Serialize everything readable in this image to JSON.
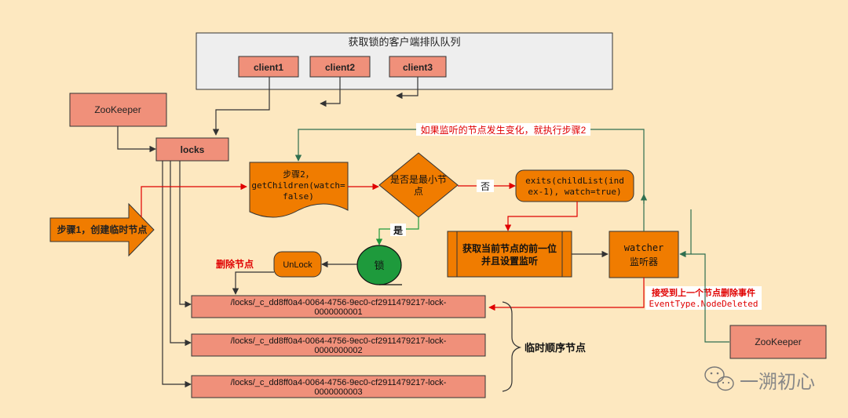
{
  "queue": {
    "title": "获取锁的客户端排队队列",
    "clients": [
      "client1",
      "client2",
      "client3"
    ]
  },
  "nodes": {
    "zookeeper_top": "ZooKeeper",
    "zookeeper_bottom": "ZooKeeper",
    "locks": "locks",
    "step1": "步骤1，创建临时节点",
    "step2": [
      "步骤2，",
      "getChildren(watch=",
      "false)"
    ],
    "decision": [
      "是否是最小节",
      "点"
    ],
    "exits": [
      "exits(childList(ind",
      "ex-1), watch=true)"
    ],
    "get_prev": [
      "获取当前节点的前一位",
      "并且设置监听"
    ],
    "watcher": [
      "watcher",
      "监听器"
    ],
    "lock": "锁",
    "unlock": "UnLock",
    "lock_nodes": [
      [
        "/locks/_c_dd8ff0a4-0064-4756-9ec0-cf2911479217-lock-",
        "0000000001"
      ],
      [
        "/locks/_c_dd8ff0a4-0064-4756-9ec0-cf2911479217-lock-",
        "0000000002"
      ],
      [
        "/locks/_c_dd8ff0a4-0064-4756-9ec0-cf2911479217-lock-",
        "0000000003"
      ]
    ]
  },
  "labels": {
    "no": "否",
    "yes": "是",
    "delete_node": "删除节点",
    "temp_nodes": "临时顺序节点",
    "feedback": "如果监听的节点发生变化，就执行步骤2",
    "received_event": [
      "接受到上一个节点删除事件",
      "EventType.NodeDeleted"
    ]
  },
  "watermark": "一溯初心",
  "colors": {
    "background": "#fde8c0",
    "salmon": "#f0907a",
    "orange": "#f07c00",
    "green": "#1e9a3c",
    "red": "#e00000",
    "teal": "#2f6f50",
    "dark": "#333333",
    "panel": "#eeeeee"
  }
}
